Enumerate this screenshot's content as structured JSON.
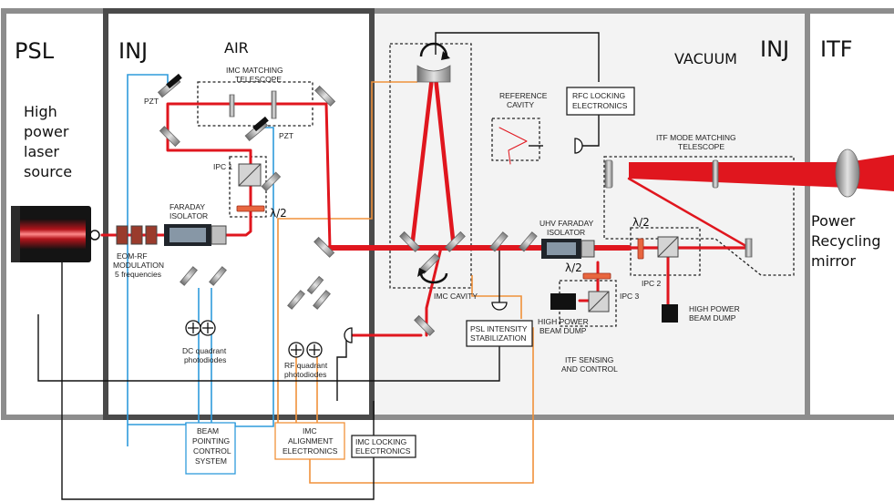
{
  "regions": {
    "psl": "PSL",
    "inj_left": "INJ",
    "air": "AIR",
    "vacuum": "VACUUM",
    "inj_right": "INJ",
    "itf": "ITF"
  },
  "source": {
    "line1": "High",
    "line2": "power",
    "line3": "laser",
    "line4": "source"
  },
  "recycling": {
    "line1": "Power",
    "line2": "Recycling",
    "line3": "mirror"
  },
  "labels": {
    "imc_tel_1": "IMC MATCHING",
    "imc_tel_2": "TELESCOPE",
    "pzt_a": "PZT",
    "pzt_b": "PZT",
    "ipc1": "IPC 1",
    "faraday_1": "FARADAY",
    "faraday_2": "ISOLATOR",
    "half_wave_1": "λ/2",
    "eom_1": "EOM-RF",
    "eom_2": "MODULATION",
    "eom_3": "5 frequencies",
    "dc_1": "DC quadrant",
    "dc_2": "photodiodes",
    "rf_1": "RF quadrant",
    "rf_2": "photodiodes",
    "ref_1": "REFERENCE",
    "ref_2": "CAVITY",
    "rfc_1": "RFC LOCKING",
    "rfc_2": "ELECTRONICS",
    "itf_tel_1": "ITF MODE MATCHING",
    "itf_tel_2": "TELESCOPE",
    "uhv_1": "UHV FARADAY",
    "uhv_2": "ISOLATOR",
    "half_wave_2": "λ/2",
    "half_wave_3": "λ/2",
    "ipc2": "IPC 2",
    "ipc3": "IPC 3",
    "imc_cavity": "IMC CAVITY",
    "psl_stab_1": "PSL INTENSITY",
    "psl_stab_2": "STABILIZATION",
    "hp_dump_a1": "HIGH POWER",
    "hp_dump_a2": "BEAM DUMP",
    "hp_dump_b1": "HIGH POWER",
    "hp_dump_b2": "BEAM DUMP",
    "itf_sense_1": "ITF SENSING",
    "itf_sense_2": "AND CONTROL",
    "bpc_1": "BEAM",
    "bpc_2": "POINTING",
    "bpc_3": "CONTROL",
    "bpc_4": "SYSTEM",
    "imc_align_1": "IMC",
    "imc_align_2": "ALIGNMENT",
    "imc_align_3": "ELECTRONICS",
    "imc_lock_1": "IMC LOCKING",
    "imc_lock_2": "ELECTRONICS"
  },
  "colors": {
    "beam": "#e0161e",
    "frame": "#7d7d7d",
    "frame_dark": "#4a4a4a",
    "vacuum_bg": "#f3f3f3",
    "blue_signal": "#2f9bdc",
    "orange_signal": "#f0913a",
    "black_signal": "#111111",
    "optic_gray": "#a9a9a9"
  }
}
